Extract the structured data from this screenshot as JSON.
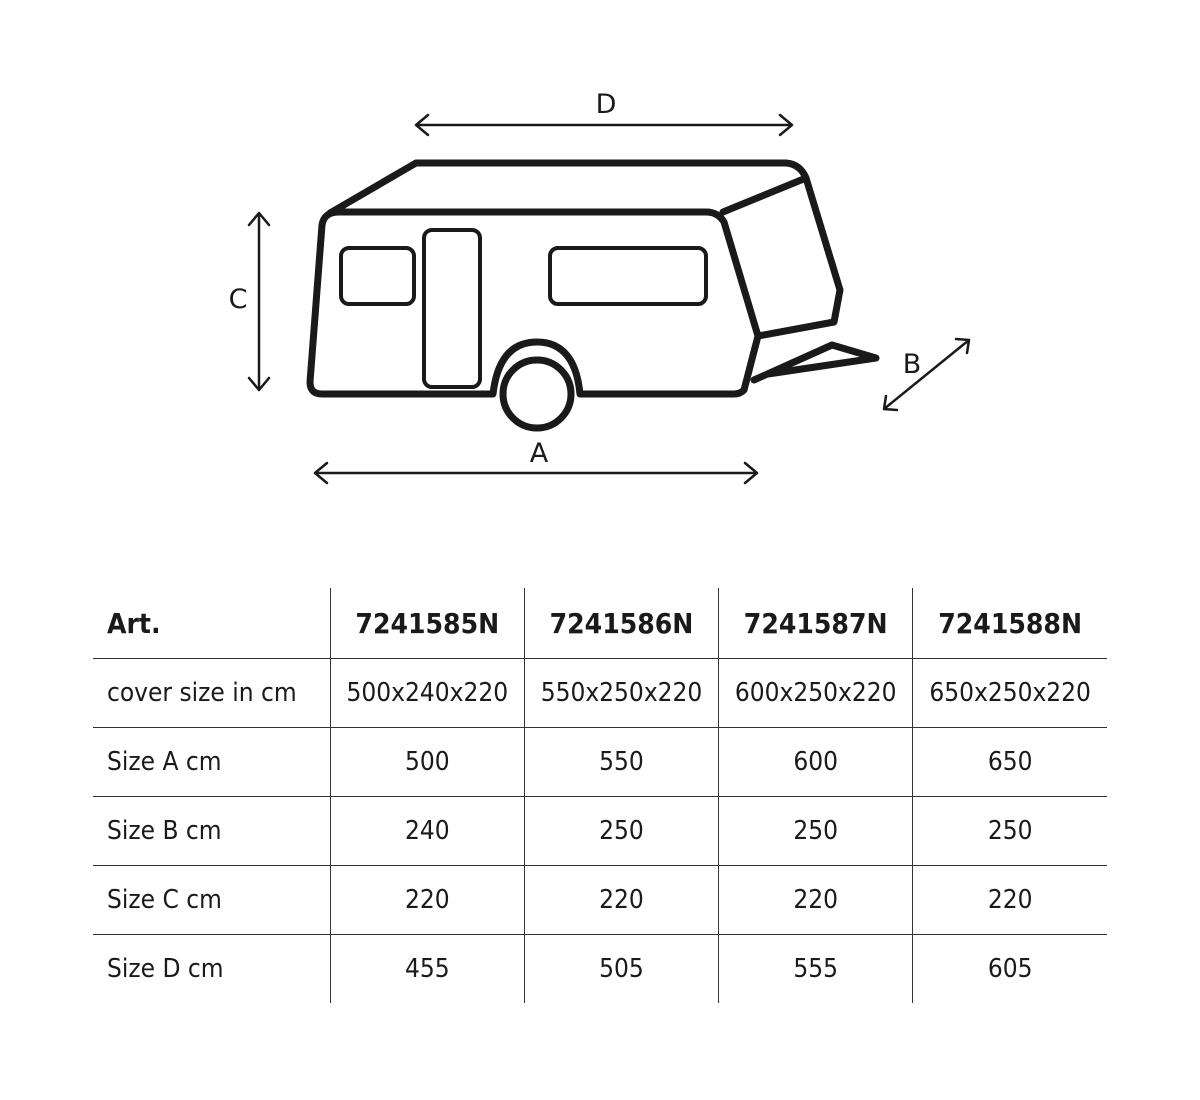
{
  "diagram": {
    "labels": {
      "a": "A",
      "b": "B",
      "c": "C",
      "d": "D"
    }
  },
  "table": {
    "header": [
      "Art.",
      "7241585N",
      "7241586N",
      "7241587N",
      "7241588N"
    ],
    "rows": [
      {
        "label": "cover size in cm",
        "values": [
          "500x240x220",
          "550x250x220",
          "600x250x220",
          "650x250x220"
        ]
      },
      {
        "label": "Size A cm",
        "values": [
          "500",
          "550",
          "600",
          "650"
        ]
      },
      {
        "label": "Size B cm",
        "values": [
          "240",
          "250",
          "250",
          "250"
        ]
      },
      {
        "label": "Size C cm",
        "values": [
          "220",
          "220",
          "220",
          "220"
        ]
      },
      {
        "label": "Size D cm",
        "values": [
          "455",
          "505",
          "555",
          "605"
        ]
      }
    ]
  },
  "colors": {
    "ink": "#1a1a1a",
    "background": "#ffffff"
  }
}
